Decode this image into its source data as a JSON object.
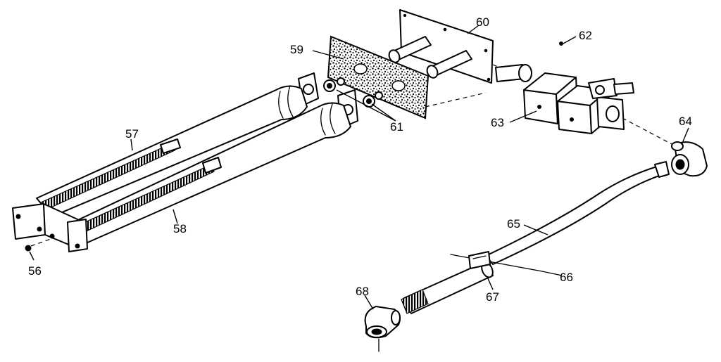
{
  "callouts": {
    "c56": "56",
    "c57": "57",
    "c58": "58",
    "c59": "59",
    "c60": "60",
    "c61": "61",
    "c62": "62",
    "c63": "63",
    "c64": "64",
    "c65": "65",
    "c66": "66",
    "c67": "67",
    "c68": "68"
  }
}
